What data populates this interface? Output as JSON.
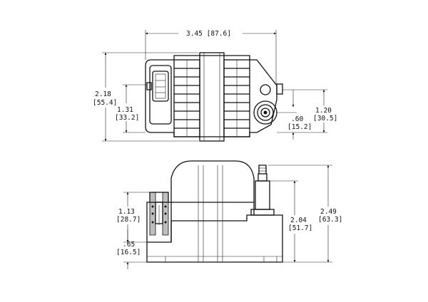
{
  "dimensions": {
    "overall_width": {
      "inch": "3.45",
      "mm": "[87.6]"
    },
    "top_height": {
      "inch": "2.18",
      "mm": "[55.4]"
    },
    "top_connector_height": {
      "inch": "1.31",
      "mm": "[33.2]"
    },
    "terminal_offset": {
      "inch": "1.20",
      "mm": "[30.5]"
    },
    "terminal_small": {
      "inch": ".60",
      "mm": "[15.2]"
    },
    "side_connector_height": {
      "inch": "1.13",
      "mm": "[28.7]"
    },
    "side_lower": {
      "inch": ".65",
      "mm": "[16.5]"
    },
    "side_tower": {
      "inch": "2.04",
      "mm": "[51.7]"
    },
    "side_total": {
      "inch": "2.49",
      "mm": "[63.3]"
    }
  }
}
